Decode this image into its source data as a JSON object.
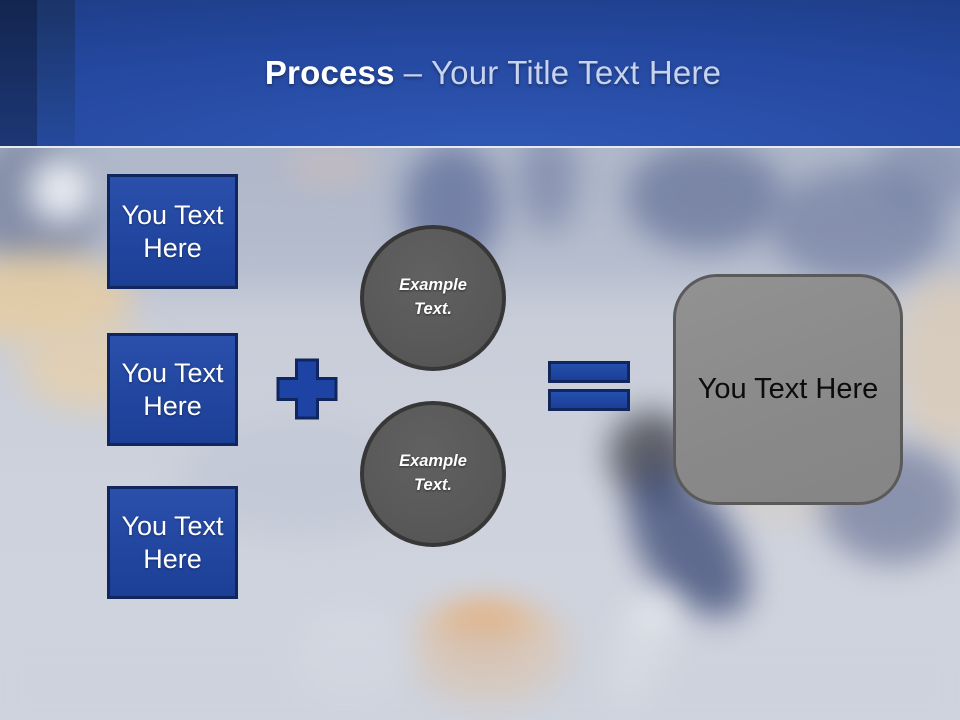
{
  "slide": {
    "title": {
      "emphasis": "Process",
      "rest": "– Your Title Text Here"
    }
  },
  "placeholders": {
    "left_boxes": [
      {
        "label": "You Text Here"
      },
      {
        "label": "You Text Here"
      },
      {
        "label": "You Text Here"
      }
    ],
    "circles": [
      {
        "label": "Example Text."
      },
      {
        "label": "Example Text."
      }
    ],
    "result": {
      "label": "You Text Here"
    }
  },
  "icons": {
    "plus": "plus-shape",
    "equals": "equals-shape"
  },
  "colors": {
    "header_blue_top": "#1b3778",
    "header_blue_bottom": "#2f58b6",
    "stripe_dark": "#132550",
    "stripe_mid": "#1b3468",
    "shape_blue_fill": "#1d44a4",
    "shape_blue_border": "#12265e",
    "circle_gray_fill": "#595959",
    "circle_gray_border": "#373737",
    "result_gray_fill": "#8c8c8c",
    "result_gray_border": "#5a5a5a",
    "title_accent": "#c7d3ef"
  }
}
